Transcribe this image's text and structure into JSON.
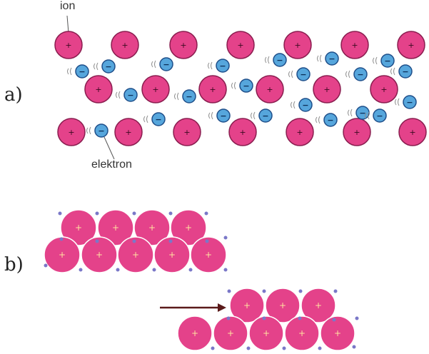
{
  "panel_a": {
    "label": "a)",
    "ion_label": "ion",
    "electron_label": "elektron"
  },
  "panel_b": {
    "label": "b)"
  },
  "ion_symbol": "+",
  "electron_symbol": "−",
  "colors": {
    "ion_fill": "#e4428a",
    "ion_stroke": "#8a1d4f",
    "electron_fill": "#56a6dc",
    "electron_stroke": "#1f4f8a",
    "closepacked_dot": "#7a78c8",
    "arrow": "#5a1a1a"
  }
}
